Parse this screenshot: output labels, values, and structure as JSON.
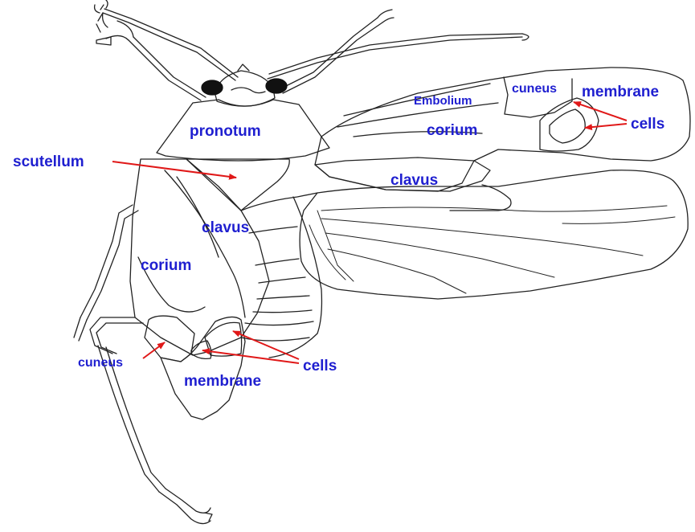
{
  "labels": {
    "pronotum": "pronotum",
    "scutellum": "scutellum",
    "clavus_left": "clavus",
    "corium_left": "corium",
    "cuneus_left": "cuneus",
    "membrane_left": "membrane",
    "cells_left": "cells",
    "embolium": "Embolium",
    "cuneus_right": "cuneus",
    "membrane_right": "membrane",
    "corium_right": "corium",
    "cells_right": "cells",
    "clavus_right": "clavus"
  },
  "colors": {
    "label_text": "#1f1fd0",
    "arrow": "#e01818",
    "outline": "#222222",
    "eye": "#111111"
  }
}
